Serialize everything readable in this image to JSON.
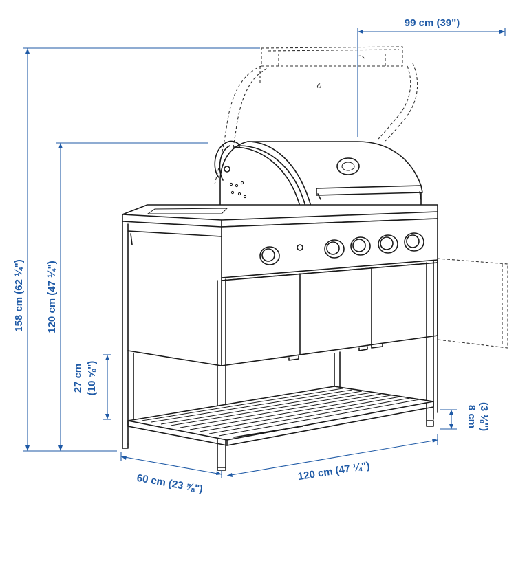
{
  "colors": {
    "dimension": "#1f5aa6",
    "line": "#1a1a1a",
    "background": "#ffffff"
  },
  "dimensions": {
    "open_depth": "99 cm (39\")",
    "open_height": "158 cm (62 ¼\")",
    "height": "120 cm (47 ¼\")",
    "shelf_height": "27 cm",
    "shelf_height_imperial": "(10 ⅝\")",
    "foot_height": "8 cm",
    "foot_height_imperial": "(3 ⅛\")",
    "depth": "60 cm (23 ⅝\")",
    "width": "120 cm (47 ¼\")"
  }
}
